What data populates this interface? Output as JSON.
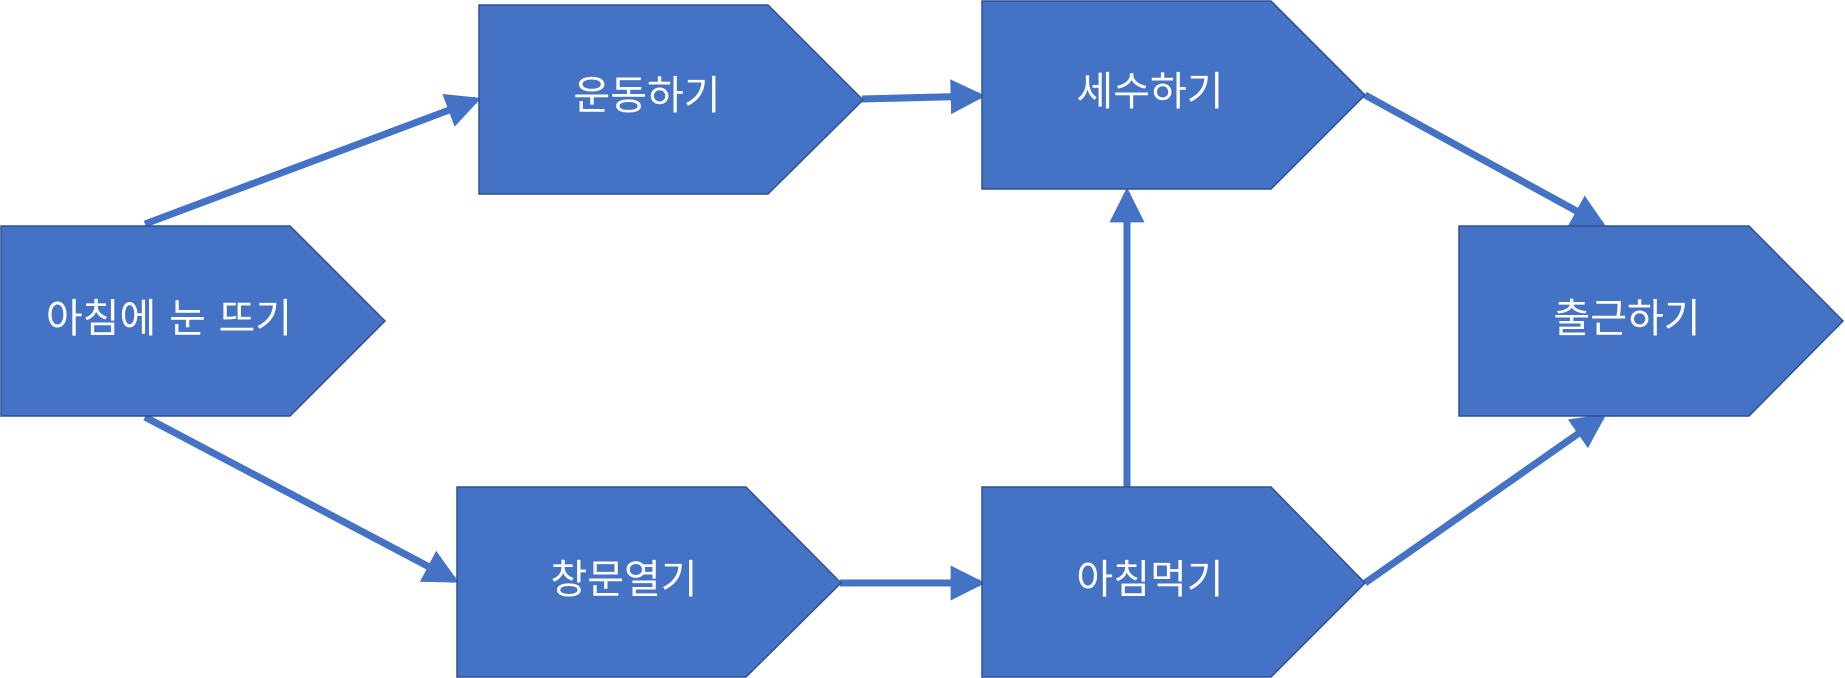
{
  "diagram": {
    "node_color": "#4472c4",
    "node_border_color": "#2f528f",
    "label_color": "#ffffff",
    "connector_color": "#4472c4",
    "nodes": [
      {
        "id": "wake",
        "label": "아침에 눈 뜨기",
        "shape": "pentagon-arrow"
      },
      {
        "id": "exercise",
        "label": "운동하기",
        "shape": "pentagon-arrow"
      },
      {
        "id": "window",
        "label": "창문열기",
        "shape": "pentagon-arrow"
      },
      {
        "id": "wash",
        "label": "세수하기",
        "shape": "pentagon-arrow"
      },
      {
        "id": "breakfast",
        "label": "아침먹기",
        "shape": "pentagon-arrow"
      },
      {
        "id": "work",
        "label": "출근하기",
        "shape": "pentagon-arrow"
      }
    ],
    "edges": [
      {
        "from": "wake",
        "to": "exercise"
      },
      {
        "from": "wake",
        "to": "window"
      },
      {
        "from": "exercise",
        "to": "wash"
      },
      {
        "from": "window",
        "to": "breakfast"
      },
      {
        "from": "breakfast",
        "to": "wash"
      },
      {
        "from": "wash",
        "to": "work"
      },
      {
        "from": "breakfast",
        "to": "work"
      }
    ]
  }
}
